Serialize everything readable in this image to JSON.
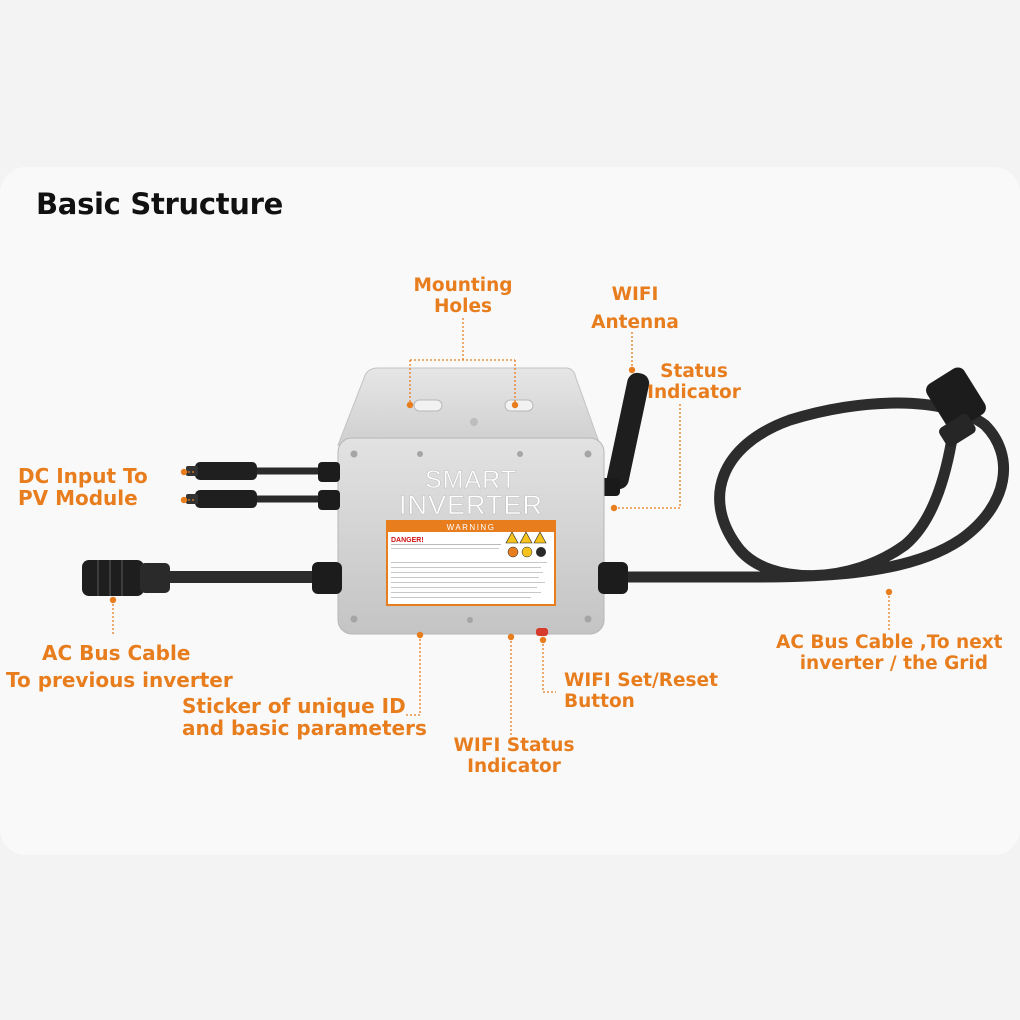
{
  "title": "Basic Structure",
  "device": {
    "brand_line1": "SMART",
    "brand_line2": "INVERTER",
    "warning_banner": "WARNING",
    "danger_label": "DANGER!"
  },
  "labels": {
    "mounting_holes": [
      "Mounting",
      "Holes"
    ],
    "wifi_antenna": [
      "WIFI",
      "Antenna"
    ],
    "status_indicator": [
      "Status",
      "Indicator"
    ],
    "dc_input": [
      "DC Input To",
      "PV Module"
    ],
    "ac_bus_prev": [
      "AC Bus Cable",
      "To previous inverter"
    ],
    "ac_bus_next": [
      "AC Bus Cable ,To next",
      "inverter / the Grid"
    ],
    "sticker": [
      "Sticker of unique ID",
      "and basic parameters"
    ],
    "wifi_set_reset": [
      "WIFI Set/Reset",
      "Button"
    ],
    "wifi_status": [
      "WIFI Status",
      "Indicator"
    ]
  },
  "colors": {
    "accent": "#e87d1e",
    "housing": "#d3d3d3",
    "cable": "#2c2c2c"
  }
}
